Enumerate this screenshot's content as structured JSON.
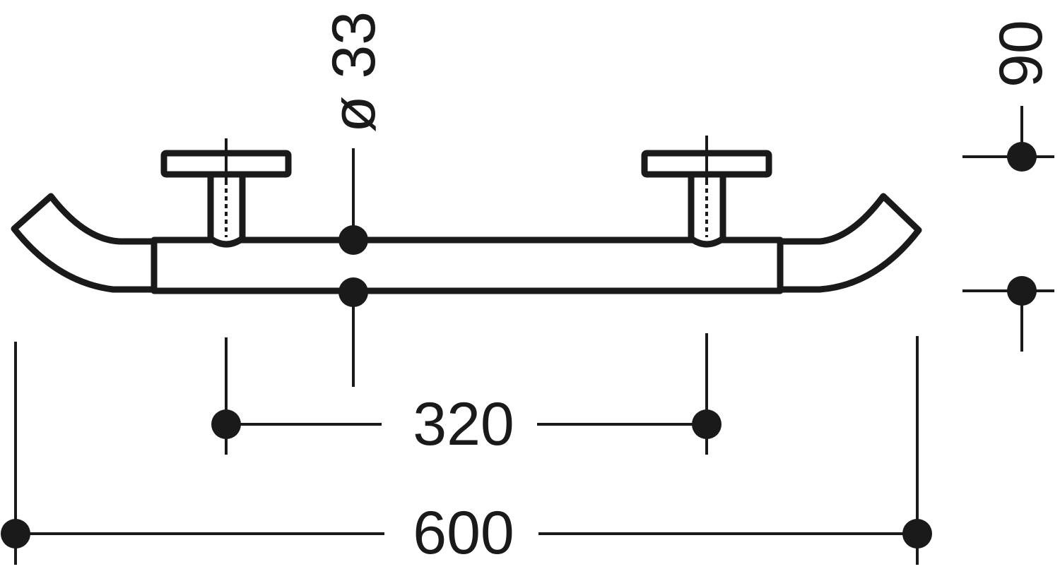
{
  "dimensions": {
    "diameter": {
      "symbol": "ø",
      "value": "33"
    },
    "projection": {
      "value": "90"
    },
    "fixing_centres": {
      "value": "320"
    },
    "overall_length": {
      "value": "600"
    }
  },
  "colors": {
    "line": "#1a1a1a",
    "background": "#ffffff"
  }
}
